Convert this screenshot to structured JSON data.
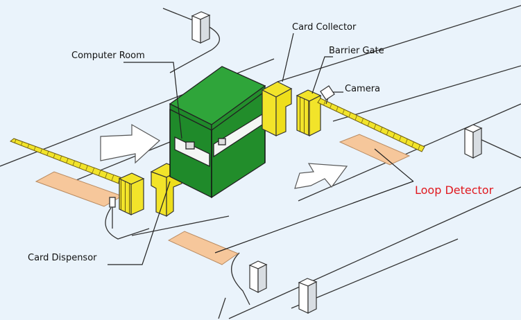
{
  "labels": {
    "card_collector": "Card Collector",
    "barrier_gate": "Barrier Gate",
    "computer_room": "Computer Room",
    "camera": "Camera",
    "loop_detector": "Loop Detector",
    "card_dispenser": "Card Dispensor"
  },
  "colors": {
    "background": "#eaf3fb",
    "booth_green": "#1f8a2a",
    "booth_roof": "#2fa53a",
    "device_yellow": "#f2e42a",
    "loop_orange": "#f6c79b",
    "arrow_white": "#ffffff",
    "highlight_red": "#e0191f"
  }
}
